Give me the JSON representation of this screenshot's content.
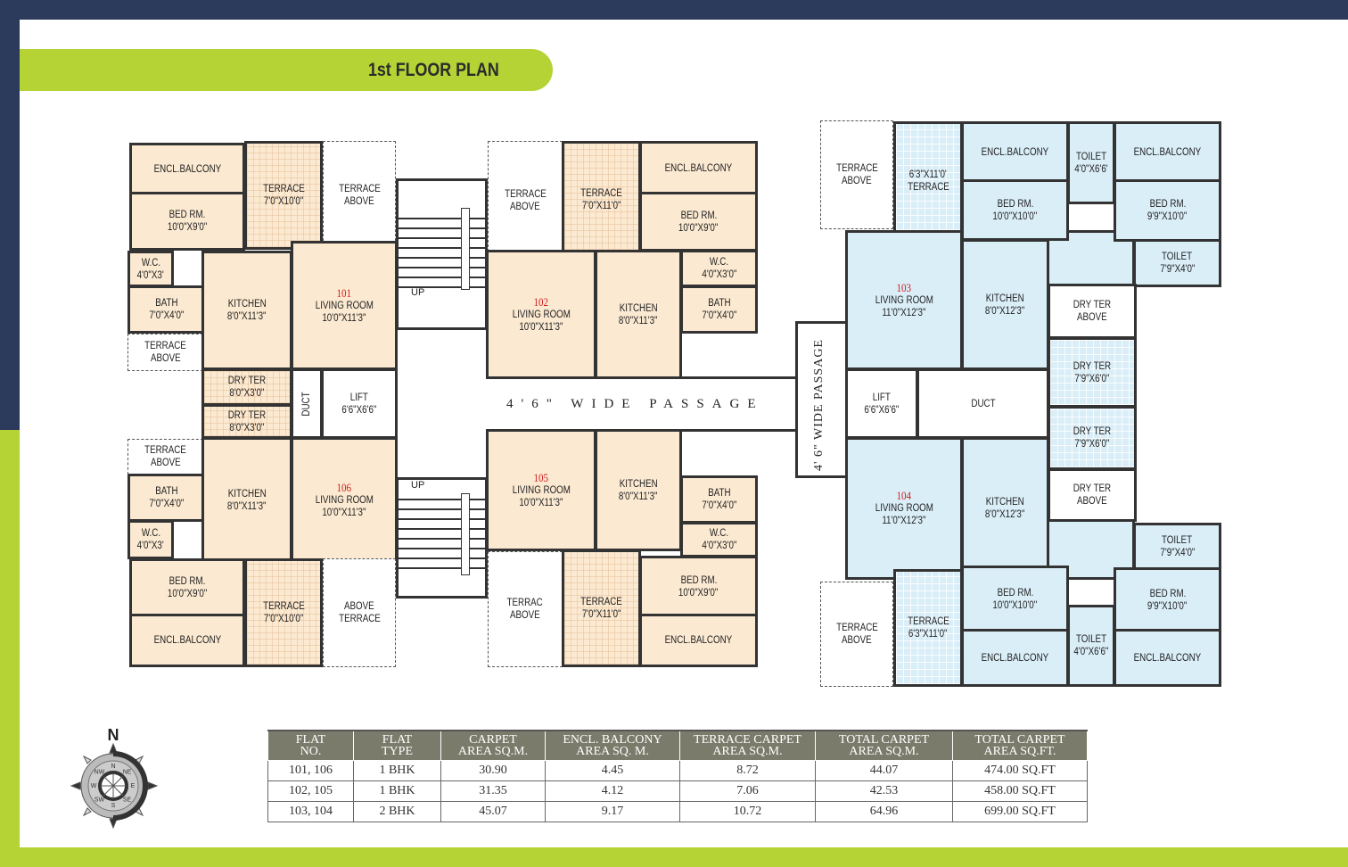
{
  "title": "1st FLOOR PLAN",
  "colors": {
    "navy": "#2c3a5c",
    "green": "#b5d334",
    "flat_1bhk": "#fbe9d1",
    "flat_2bhk": "#daeef8",
    "flat_number": "#d21d1d"
  },
  "flats": [
    {
      "id": "101",
      "rooms": [
        {
          "name": "ENCL.BALCONY",
          "size": ""
        },
        {
          "name": "BED RM.",
          "size": "10'0\"X9'0\""
        },
        {
          "name": "TERRACE",
          "size": "7'0\"X10'0\""
        },
        {
          "name": "TERRACE",
          "size": "ABOVE"
        },
        {
          "name": "W.C.",
          "size": "4'0\"X3'"
        },
        {
          "name": "BATH",
          "size": "7'0\"X4'0\""
        },
        {
          "name": "TERRACE",
          "size": "ABOVE"
        },
        {
          "name": "KITCHEN",
          "size": "8'0\"X11'3\""
        },
        {
          "number": "101",
          "name": "LIVING ROOM",
          "size": "10'0\"X11'3\""
        },
        {
          "name": "DRY TER",
          "size": "8'0\"X3'0\""
        }
      ]
    },
    {
      "id": "106",
      "rooms": [
        {
          "name": "TERRACE",
          "size": "ABOVE"
        },
        {
          "name": "BATH",
          "size": "7'0\"X4'0\""
        },
        {
          "name": "W.C.",
          "size": "4'0\"X3'"
        },
        {
          "name": "KITCHEN",
          "size": "8'0\"X11'3\""
        },
        {
          "number": "106",
          "name": "LIVING ROOM",
          "size": "10'0\"X11'3\""
        },
        {
          "name": "BED RM.",
          "size": "10'0\"X9'0\""
        },
        {
          "name": "ENCL.BALCONY",
          "size": ""
        },
        {
          "name": "TERRACE",
          "size": "7'0\"X10'0\""
        },
        {
          "name": "ABOVE",
          "size": "TERRACE"
        },
        {
          "name": "DRY TER",
          "size": "8'0\"X3'0\""
        }
      ]
    },
    {
      "id": "102",
      "rooms": [
        {
          "name": "TERRACE",
          "size": "ABOVE"
        },
        {
          "name": "TERRACE",
          "size": "7'0\"X11'0\""
        },
        {
          "name": "ENCL.BALCONY",
          "size": ""
        },
        {
          "name": "BED RM.",
          "size": "10'0\"X9'0\""
        },
        {
          "name": "W.C.",
          "size": "4'0\"X3'0\""
        },
        {
          "name": "BATH",
          "size": "7'0\"X4'0\""
        },
        {
          "number": "102",
          "name": "LIVING ROOM",
          "size": "10'0\"X11'3\""
        },
        {
          "name": "KITCHEN",
          "size": "8'0\"X11'3\""
        }
      ]
    },
    {
      "id": "105",
      "rooms": [
        {
          "number": "105",
          "name": "LIVING ROOM",
          "size": "10'0\"X11'3\""
        },
        {
          "name": "KITCHEN",
          "size": "8'0\"X11'3\""
        },
        {
          "name": "BATH",
          "size": "7'0\"X4'0\""
        },
        {
          "name": "W.C.",
          "size": "4'0\"X3'0\""
        },
        {
          "name": "TERRAC",
          "size": "ABOVE"
        },
        {
          "name": "TERRACE",
          "size": "7'0\"X11'0\""
        },
        {
          "name": "BED RM.",
          "size": "10'0\"X9'0\""
        },
        {
          "name": "ENCL.BALCONY",
          "size": ""
        }
      ]
    },
    {
      "id": "103",
      "rooms": [
        {
          "name": "TERRACE",
          "size": "ABOVE"
        },
        {
          "name": "6'3\"X11'0'",
          "size": "TERRACE"
        },
        {
          "name": "ENCL.BALCONY",
          "size": ""
        },
        {
          "name": "BED RM.",
          "size": "10'0\"X10'0\""
        },
        {
          "name": "TOILET",
          "size": "4'0\"X6'6'"
        },
        {
          "name": "ENCL.BALCONY",
          "size": ""
        },
        {
          "name": "BED RM.",
          "size": "9'9\"X10'0\""
        },
        {
          "name": "TOILET",
          "size": "7'9\"X4'0\""
        },
        {
          "number": "103",
          "name": "LIVING ROOM",
          "size": "11'0\"X12'3\""
        },
        {
          "name": "KITCHEN",
          "size": "8'0\"X12'3\""
        },
        {
          "name": "DRY TER",
          "size": "ABOVE"
        },
        {
          "name": "DRY TER",
          "size": "7'9\"X6'0\""
        }
      ]
    },
    {
      "id": "104",
      "rooms": [
        {
          "name": "DRY TER",
          "size": "7'9\"X6'0\""
        },
        {
          "name": "DRY TER",
          "size": "ABOVE"
        },
        {
          "number": "104",
          "name": "LIVING ROOM",
          "size": "11'0\"X12'3\""
        },
        {
          "name": "KITCHEN",
          "size": "8'0\"X12'3\""
        },
        {
          "name": "TOILET",
          "size": "7'9\"X4'0\""
        },
        {
          "name": "BED RM.",
          "size": "10'0\"X10'0\""
        },
        {
          "name": "ENCL.BALCONY",
          "size": ""
        },
        {
          "name": "TOILET",
          "size": "4'0\"X6'6\""
        },
        {
          "name": "BED RM.",
          "size": "9'9\"X10'0\""
        },
        {
          "name": "ENCL.BALCONY",
          "size": ""
        },
        {
          "name": "TERRACE",
          "size": "6'3\"X11'0\""
        },
        {
          "name": "TERRACE",
          "size": "ABOVE"
        }
      ]
    }
  ],
  "common": [
    {
      "name": "DUCT",
      "size": ""
    },
    {
      "name": "LIFT",
      "size": "6'6\"X6'6\""
    },
    {
      "name": "LIFT",
      "size": "6'6\"X6'6\""
    },
    {
      "name": "DUCT",
      "size": ""
    }
  ],
  "stairs_label": "UP",
  "passage_horizontal": "4'6\" WIDE PASSAGE",
  "passage_vertical": "4' 6\" WIDE PASSAGE",
  "compass": {
    "north": "N",
    "points": [
      "N",
      "NE",
      "E",
      "SE",
      "S",
      "SW",
      "W",
      "NW"
    ]
  },
  "area_table": {
    "headers": [
      [
        "FLAT",
        "NO."
      ],
      [
        "FLAT",
        "TYPE"
      ],
      [
        "CARPET",
        "AREA SQ.M."
      ],
      [
        "ENCL. BALCONY",
        "AREA SQ. M."
      ],
      [
        "TERRACE CARPET",
        "AREA SQ.M."
      ],
      [
        "TOTAL CARPET",
        "AREA SQ.M."
      ],
      [
        "TOTAL CARPET",
        "AREA SQ.FT."
      ]
    ],
    "rows": [
      [
        "101, 106",
        "1 BHK",
        "30.90",
        "4.45",
        "8.72",
        "44.07",
        "474.00 SQ.FT"
      ],
      [
        "102, 105",
        "1 BHK",
        "31.35",
        "4.12",
        "7.06",
        "42.53",
        "458.00 SQ.FT"
      ],
      [
        "103, 104",
        "2 BHK",
        "45.07",
        "9.17",
        "10.72",
        "64.96",
        "699.00 SQ.FT"
      ]
    ]
  }
}
